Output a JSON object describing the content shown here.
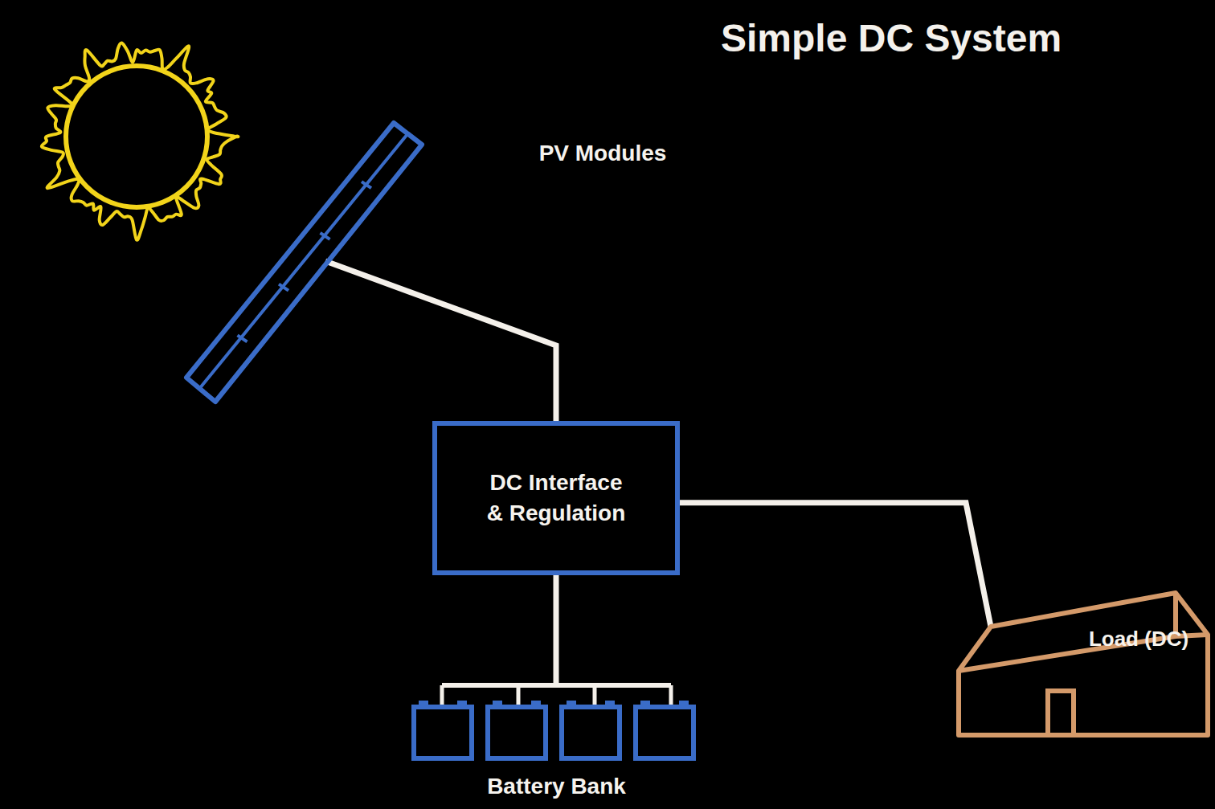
{
  "diagram": {
    "title": "Simple DC System",
    "nodes": [
      {
        "text": [
          "PV Modules"
        ]
      },
      {
        "text": [
          "DC Interface & Regulation"
        ]
      },
      {
        "text": [
          "Battery Bank"
        ]
      },
      {
        "text": [
          "Load (DC)"
        ]
      }
    ],
    "edges": [
      {
        "from": 0,
        "to": 1,
        "arrow": "none"
      },
      {
        "from": 1,
        "to": 2,
        "arrow": "none"
      },
      {
        "from": 1,
        "to": 3,
        "arrow": "none"
      }
    ]
  }
}
